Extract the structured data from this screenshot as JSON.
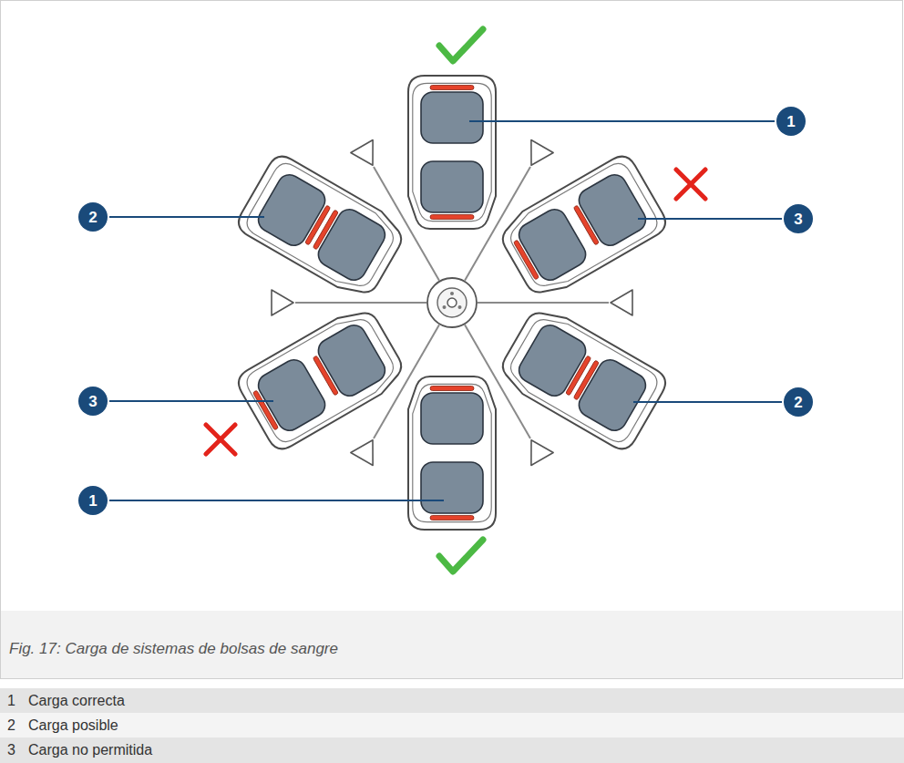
{
  "diagram": {
    "caption": "Fig. 17: Carga de sistemas de bolsas de sangre",
    "nodes": [
      {
        "text": [
          "1"
        ]
      },
      {
        "text": [
          "2"
        ]
      },
      {
        "text": [
          "3"
        ]
      },
      {
        "text": [
          "3"
        ]
      },
      {
        "text": [
          "2"
        ]
      },
      {
        "text": [
          "1"
        ]
      }
    ],
    "labels": [
      "1",
      "Carga correcta",
      "2",
      "Carga posible",
      "3",
      "Carga no permitida"
    ]
  }
}
